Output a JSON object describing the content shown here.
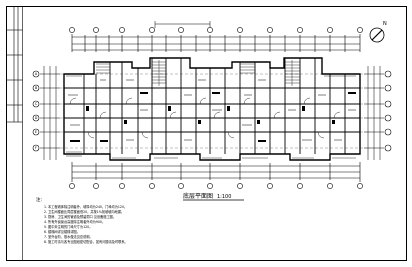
{
  "sheet": {
    "plan_title": "底层平面图",
    "scale": "1:100",
    "notes_header": "注:",
    "notes": [
      "1. 本工程墙体除注明者外，墙厚均为240，门垛均为120。",
      "2. 卫生间楼面比同层楼面低20，并按1%找坡坡向地漏。",
      "3. 厨房、卫生间的管道及预留洞口  见设备施工图。",
      "4. 所有外窗窗台高度除注明者外均为900。",
      "5. 图中未注明的门垛尺寸为120。",
      "6. 楼梯间详见楼梯详图。",
      "7. 室外台阶、散水做法见总说明。",
      "8. 施工时请与各专业图纸密切配合，如有问题请及时联系。"
    ],
    "axis_labels_vertical": [
      "A",
      "B",
      "C",
      "D",
      "E",
      "F"
    ]
  }
}
